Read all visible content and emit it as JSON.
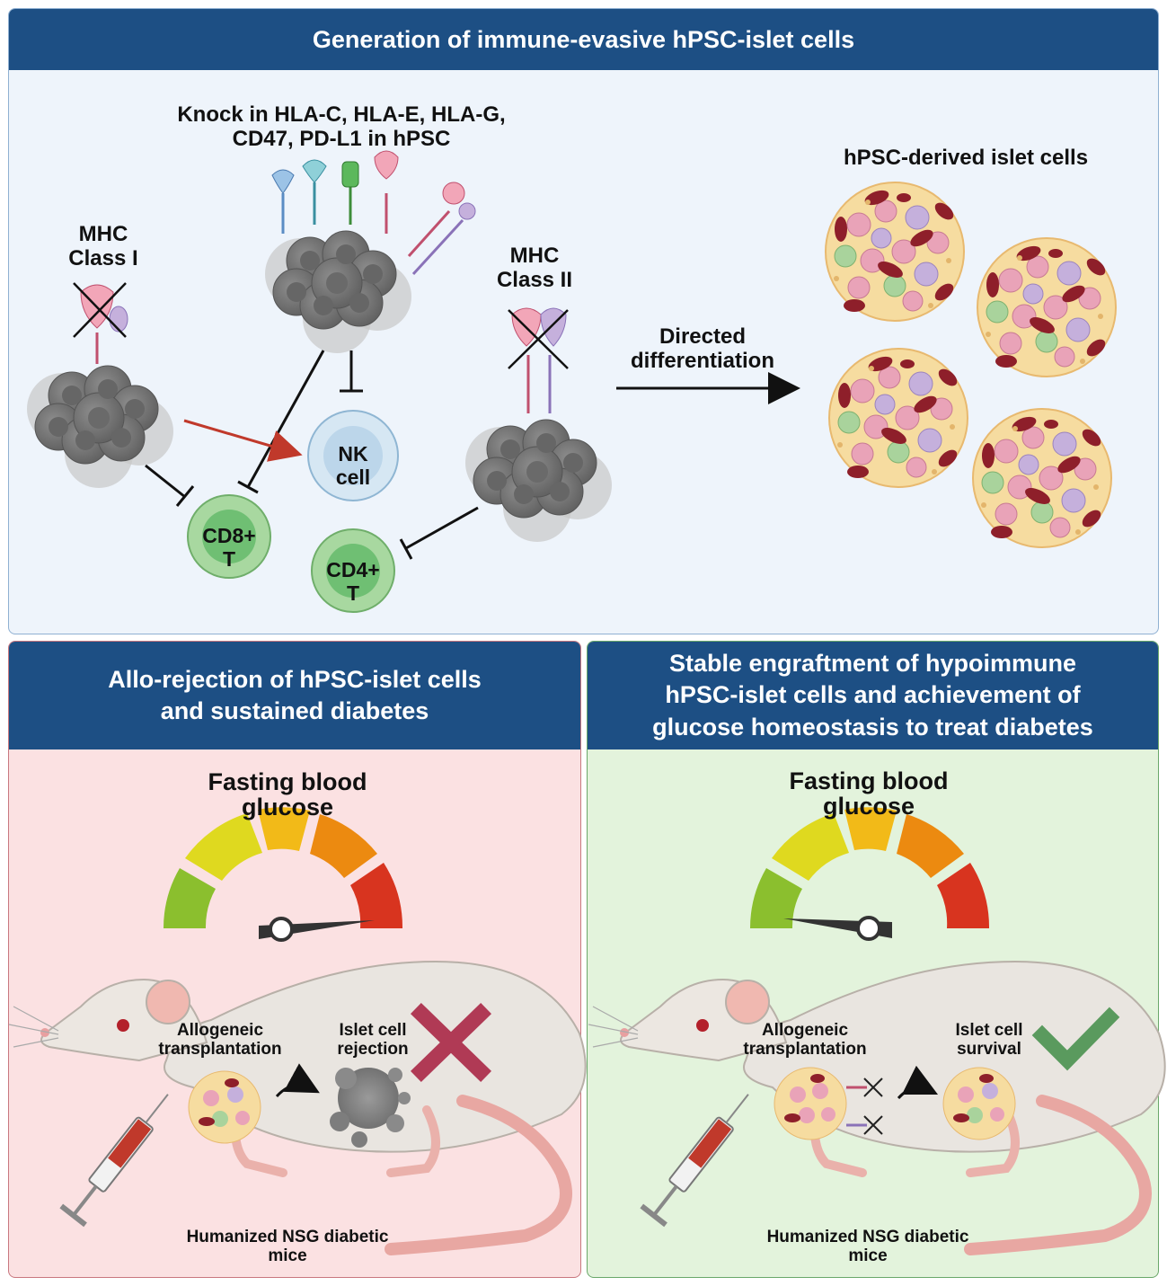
{
  "top": {
    "title": "Generation of immune-evasive hPSC-islet cells",
    "knock_in": [
      "Knock in HLA-C, HLA-E, HLA-G,",
      "CD47, PD-L1 in hPSC"
    ],
    "mhc1": [
      "MHC",
      "Class I"
    ],
    "mhc2": [
      "MHC",
      "Class II"
    ],
    "nk": [
      "NK",
      "cell"
    ],
    "cd8": [
      "CD8+",
      "T"
    ],
    "cd4": [
      "CD4+",
      "T"
    ],
    "directed": [
      "Directed",
      "differentiation"
    ],
    "islets_label": "hPSC-derived islet cells"
  },
  "left": {
    "title": [
      "Allo-rejection of hPSC-islet cells",
      "and sustained diabetes"
    ],
    "gauge_title": [
      "Fasting blood",
      "glucose"
    ],
    "transplant": [
      "Allogeneic",
      "transplantation"
    ],
    "outcome": [
      "Islet cell",
      "rejection"
    ],
    "mice": [
      "Humanized NSG diabetic",
      "mice"
    ],
    "gauge_level": 0.95
  },
  "right": {
    "title": [
      "Stable engraftment of hypoimmune",
      "hPSC-islet cells and achievement of",
      "glucose homeostasis to treat diabetes"
    ],
    "gauge_title": [
      "Fasting blood",
      "glucose"
    ],
    "transplant": [
      "Allogeneic",
      "transplantation"
    ],
    "outcome": [
      "Islet cell",
      "survival"
    ],
    "mice": [
      "Humanized NSG diabetic",
      "mice"
    ],
    "gauge_level": 0.05
  },
  "colors": {
    "header": "#1d4f84",
    "top_bg": "#eef4fb",
    "left_bg": "#fbe1e2",
    "right_bg": "#e3f3dc",
    "reject_x": "#b03a55",
    "check": "#5a9a5e"
  }
}
